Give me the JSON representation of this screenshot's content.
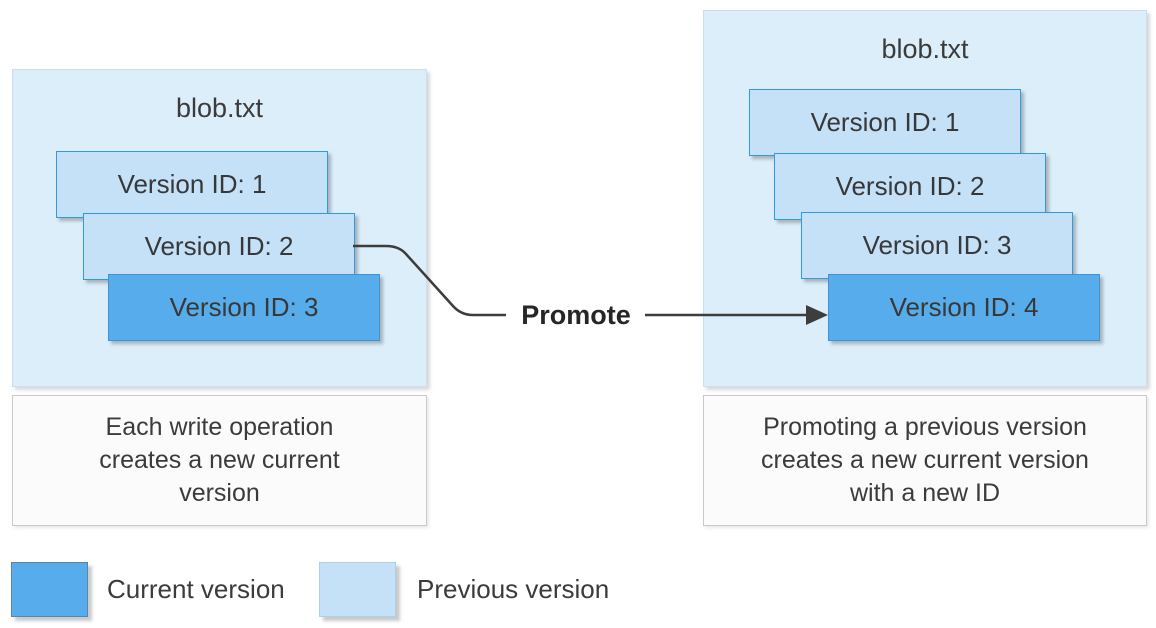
{
  "colors": {
    "current_fill": "#57ACEC",
    "current_border": "#3E93D6",
    "previous_fill": "#C4E1F8",
    "previous_border": "#2E9BDF",
    "panel_fill": "#DCEEF9",
    "panel_border": "#C9DEEE",
    "caption_fill": "#FBFBFB",
    "caption_border": "#C9C9C9",
    "legend_current_border": "#5B84A9",
    "legend_previous_border": "#AECFE8",
    "text": "#3B3B3B",
    "connector": "#3D3D3D"
  },
  "left_panel": {
    "title": "blob.txt",
    "versions": [
      {
        "label": "Version ID: 1",
        "state": "previous"
      },
      {
        "label": "Version ID: 2",
        "state": "previous"
      },
      {
        "label": "Version ID: 3",
        "state": "current"
      }
    ],
    "caption_lines": [
      "Each write operation",
      "creates a new current",
      "version"
    ]
  },
  "promote": {
    "label": "Promote"
  },
  "right_panel": {
    "title": "blob.txt",
    "versions": [
      {
        "label": "Version ID: 1",
        "state": "previous"
      },
      {
        "label": "Version ID: 2",
        "state": "previous"
      },
      {
        "label": "Version ID: 3",
        "state": "previous"
      },
      {
        "label": "Version ID: 4",
        "state": "current"
      }
    ],
    "caption_lines": [
      "Promoting a previous version",
      "creates a new current version",
      "with a new ID"
    ]
  },
  "legend": [
    {
      "label": "Current version",
      "state": "current"
    },
    {
      "label": "Previous version",
      "state": "previous"
    }
  ]
}
